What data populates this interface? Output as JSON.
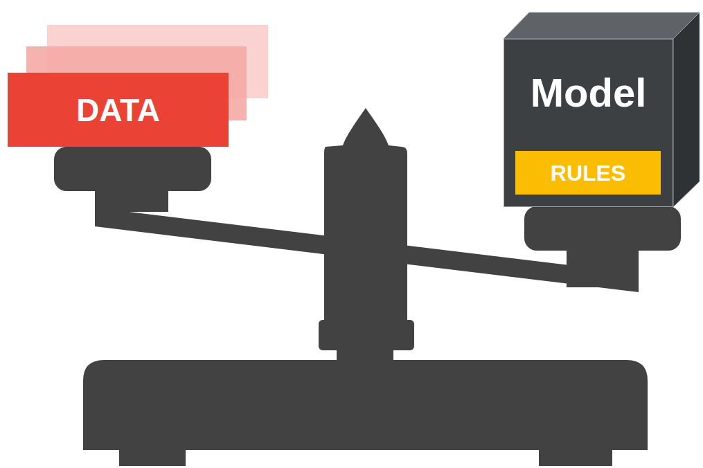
{
  "diagram": {
    "nodes": [
      {
        "text": [
          "DATA"
        ]
      },
      {
        "text": [
          "Model"
        ]
      },
      {
        "text": [
          "RULES"
        ],
        "in": 1
      }
    ]
  }
}
